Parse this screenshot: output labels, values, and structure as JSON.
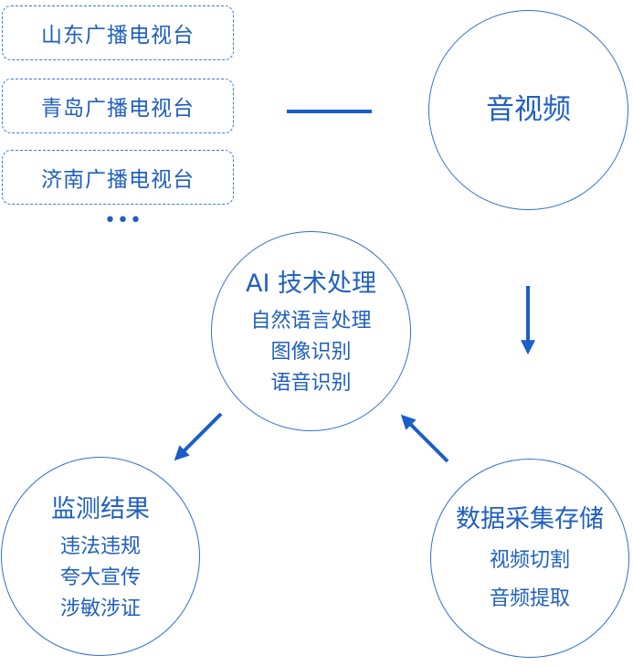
{
  "stations": [
    "山东广播电视台",
    "青岛广播电视台",
    "济南广播电视台"
  ],
  "ellipsis": "•••",
  "av": {
    "title": "音视频"
  },
  "ai": {
    "title": "AI 技术处理",
    "items": [
      "自然语言处理",
      "图像识别",
      "语音识别"
    ]
  },
  "result": {
    "title": "监测结果",
    "items": [
      "违法违规",
      "夸大宣传",
      "涉敏涉证"
    ]
  },
  "storage": {
    "title": "数据采集存储",
    "items": [
      "视频切割",
      "音频提取"
    ]
  },
  "colors": {
    "accent": "#1f5fc0",
    "line": "#1a5ec9"
  }
}
